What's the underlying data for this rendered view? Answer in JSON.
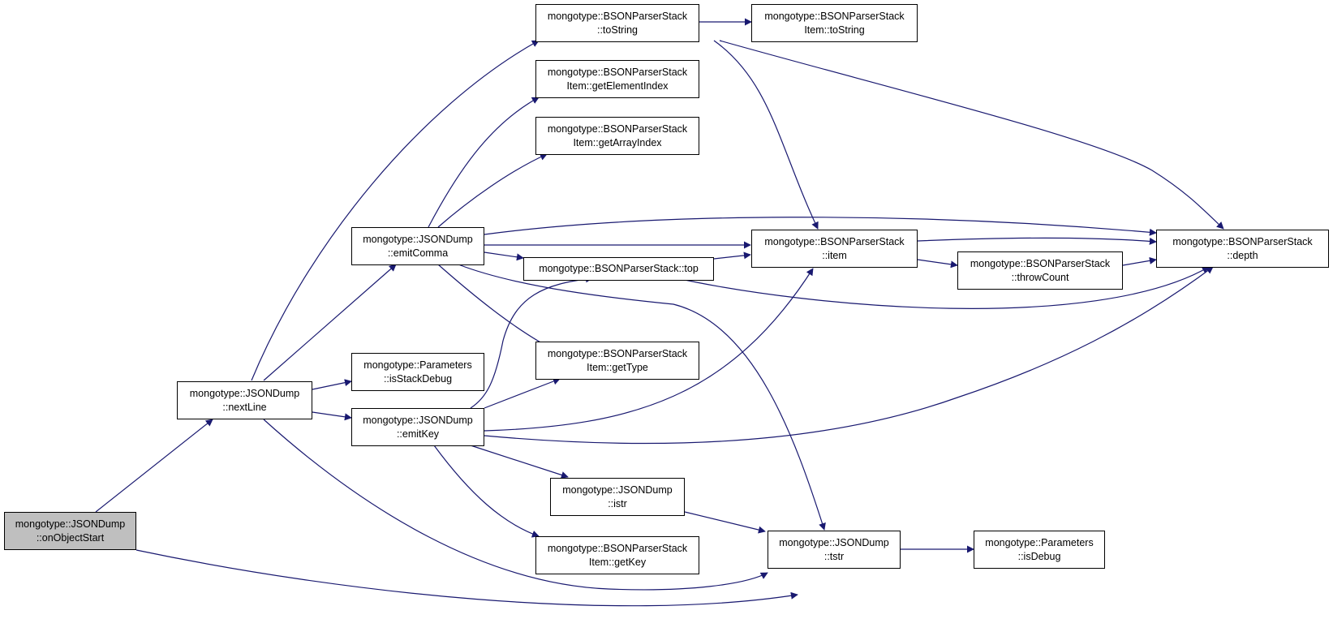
{
  "colors": {
    "edge": "#191970",
    "node_border": "#000000",
    "node_fill": "#ffffff",
    "current_fill": "#bfbfbf"
  },
  "nodes": [
    {
      "id": "onObjectStart",
      "lines": [
        "mongotype::JSONDump",
        "::onObjectStart"
      ],
      "current": true
    },
    {
      "id": "nextLine",
      "lines": [
        "mongotype::JSONDump",
        "::nextLine"
      ]
    },
    {
      "id": "emitComma",
      "lines": [
        "mongotype::JSONDump",
        "::emitComma"
      ]
    },
    {
      "id": "isStackDebug",
      "lines": [
        "mongotype::Parameters",
        "::isStackDebug"
      ]
    },
    {
      "id": "emitKey",
      "lines": [
        "mongotype::JSONDump",
        "::emitKey"
      ]
    },
    {
      "id": "toString",
      "lines": [
        "mongotype::BSONParserStack",
        "::toString"
      ]
    },
    {
      "id": "getElementIndex",
      "lines": [
        "mongotype::BSONParserStack",
        "Item::getElementIndex"
      ]
    },
    {
      "id": "getArrayIndex",
      "lines": [
        "mongotype::BSONParserStack",
        "Item::getArrayIndex"
      ]
    },
    {
      "id": "top",
      "lines": [
        "mongotype::BSONParserStack::top"
      ]
    },
    {
      "id": "getType",
      "lines": [
        "mongotype::BSONParserStack",
        "Item::getType"
      ]
    },
    {
      "id": "istr",
      "lines": [
        "mongotype::JSONDump",
        "::istr"
      ]
    },
    {
      "id": "getKey",
      "lines": [
        "mongotype::BSONParserStack",
        "Item::getKey"
      ]
    },
    {
      "id": "itemToString",
      "lines": [
        "mongotype::BSONParserStack",
        "Item::toString"
      ]
    },
    {
      "id": "item",
      "lines": [
        "mongotype::BSONParserStack",
        "::item"
      ]
    },
    {
      "id": "tstr",
      "lines": [
        "mongotype::JSONDump",
        "::tstr"
      ]
    },
    {
      "id": "throwCount",
      "lines": [
        "mongotype::BSONParserStack",
        "::throwCount"
      ]
    },
    {
      "id": "isDebug",
      "lines": [
        "mongotype::Parameters",
        "::isDebug"
      ]
    },
    {
      "id": "depth",
      "lines": [
        "mongotype::BSONParserStack",
        "::depth"
      ]
    }
  ]
}
